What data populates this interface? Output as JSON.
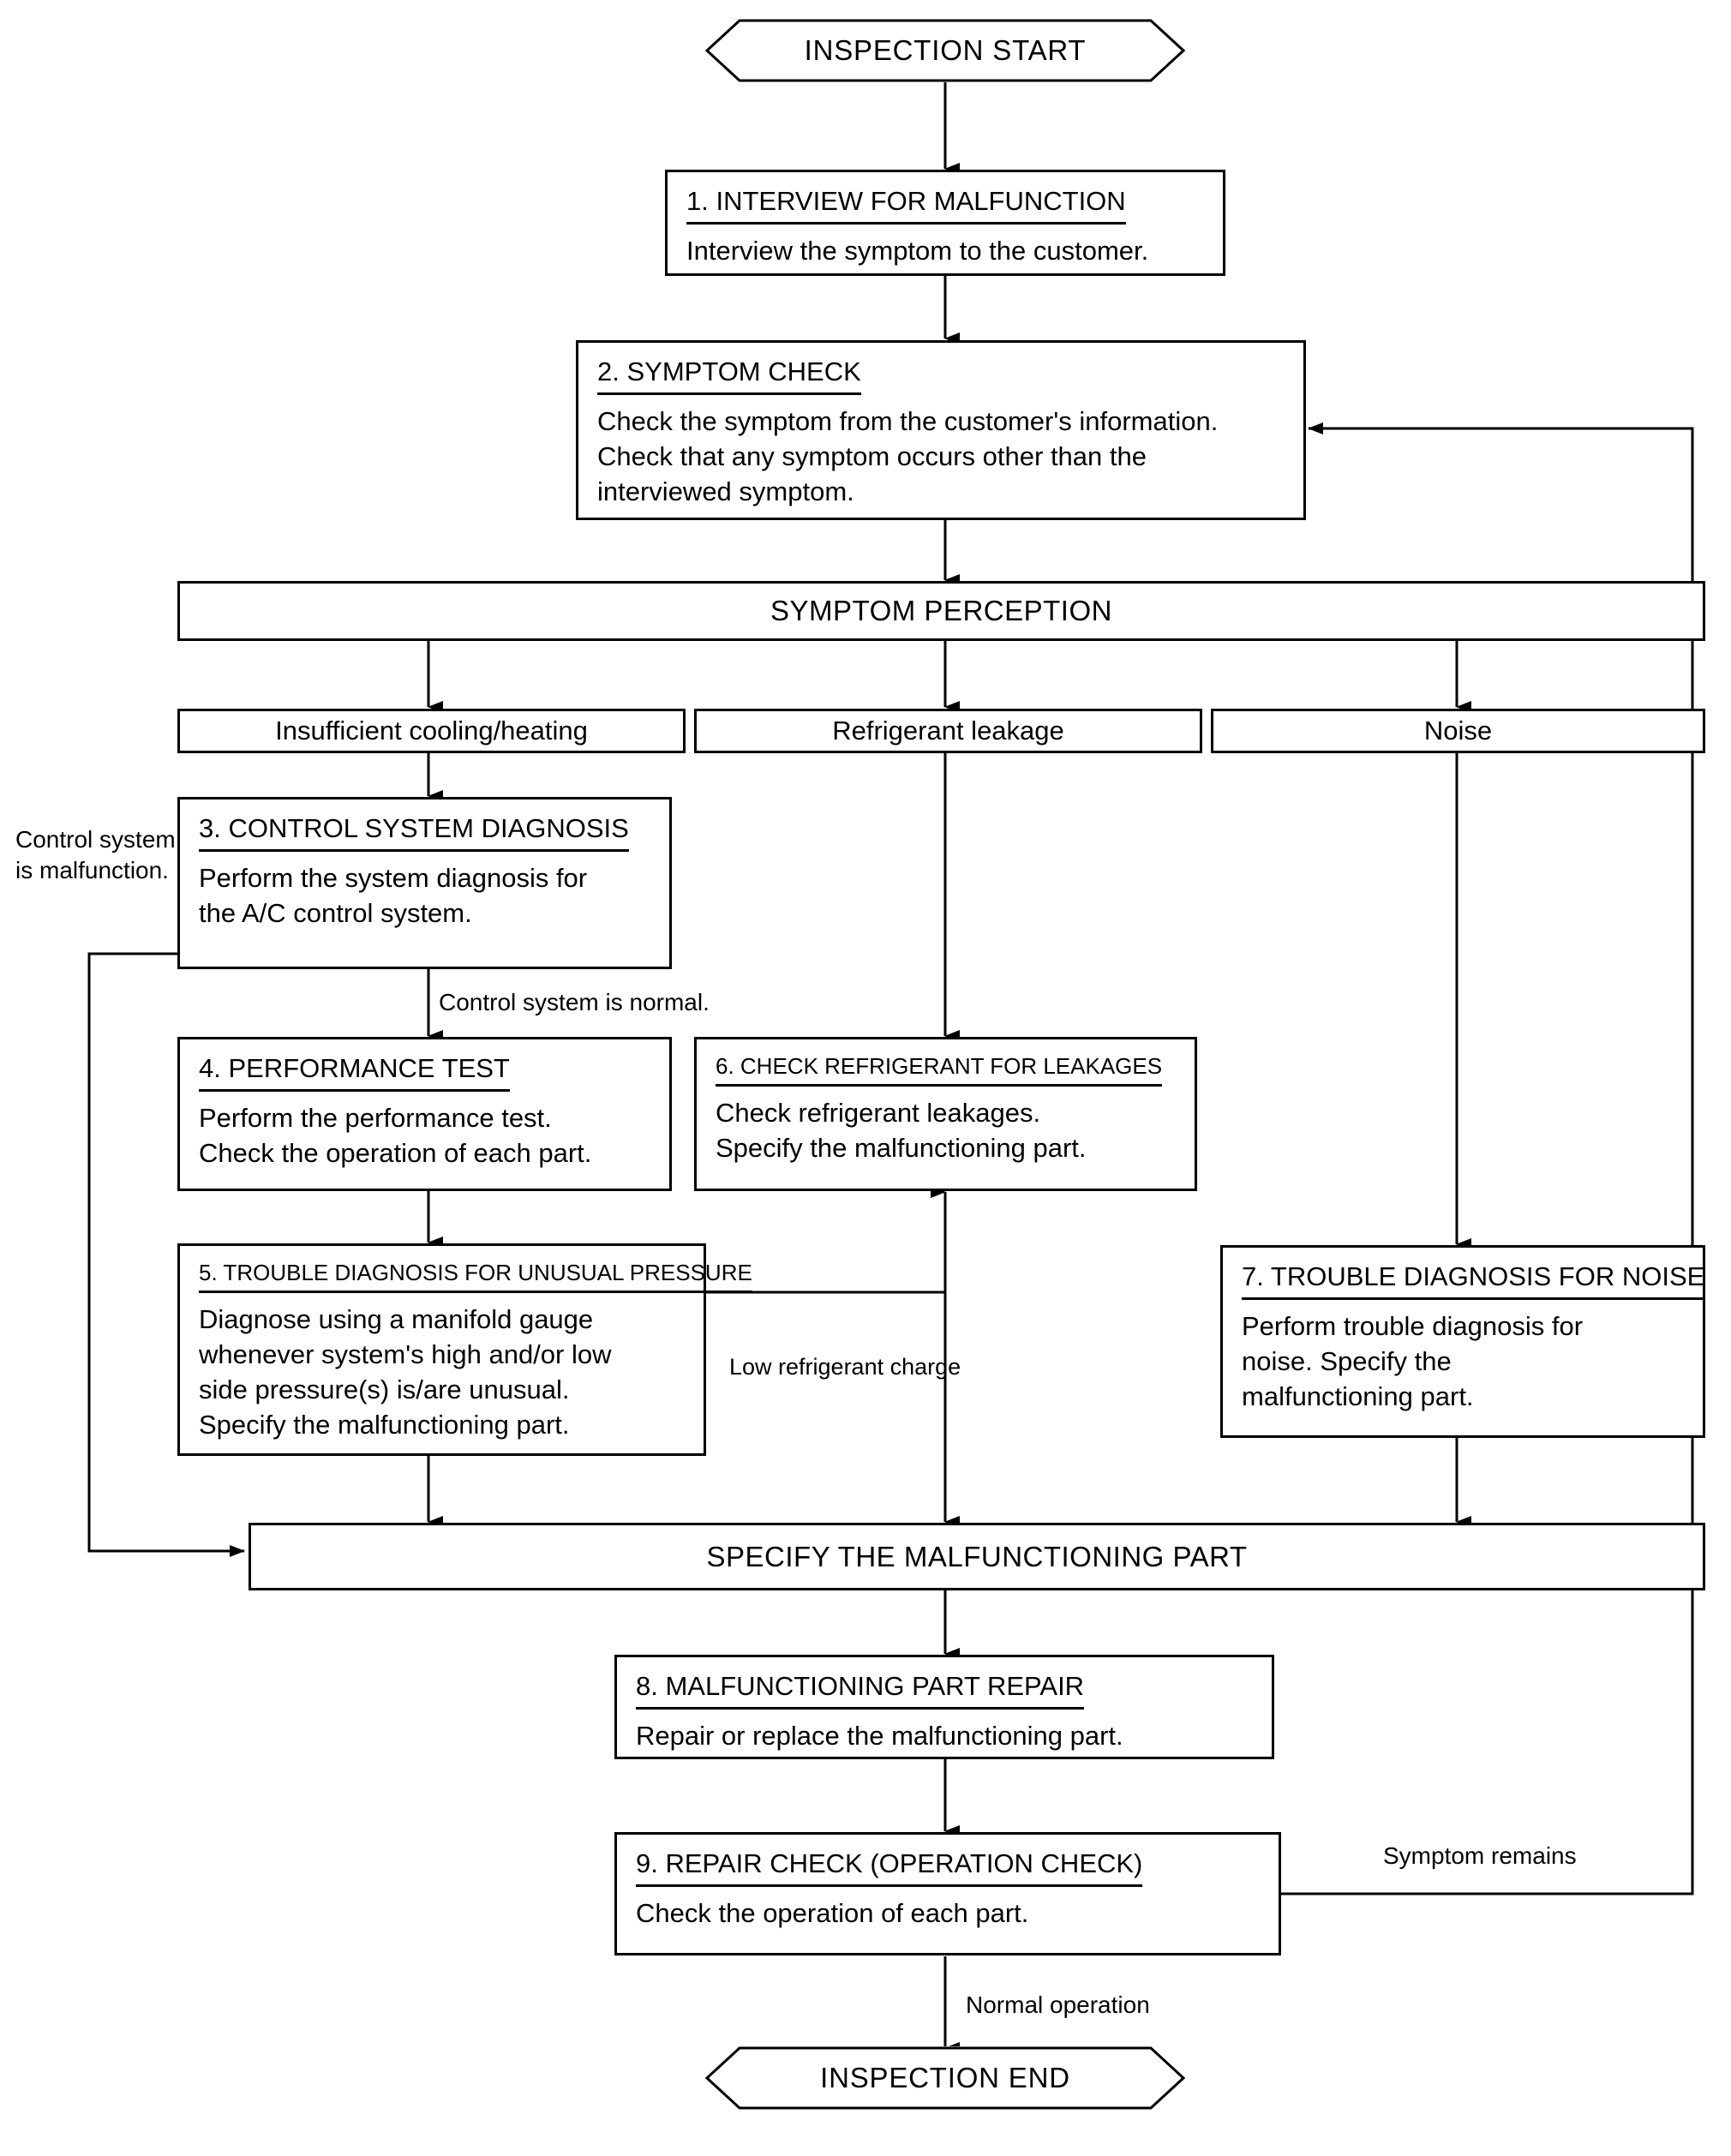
{
  "diagram": {
    "type": "flowchart",
    "title_visible": false,
    "line_color": "#000000",
    "background": "#ffffff"
  },
  "start": {
    "label": "INSPECTION START"
  },
  "end": {
    "label": "INSPECTION END"
  },
  "steps": [
    {
      "id": "step1",
      "title": "1. INTERVIEW FOR MALFUNCTION",
      "body": [
        "Interview the symptom to the customer."
      ]
    },
    {
      "id": "step2",
      "title": "2. SYMPTOM CHECK",
      "body": [
        "Check the symptom from the customer's information.",
        "Check that any symptom occurs other than the",
        "interviewed symptom."
      ]
    },
    {
      "id": "step3",
      "title": "3. CONTROL SYSTEM DIAGNOSIS",
      "body": [
        "Perform the system diagnosis for",
        "the A/C control system."
      ]
    },
    {
      "id": "step4",
      "title": "4. PERFORMANCE TEST",
      "body": [
        "Perform the performance test.",
        "Check the operation of each part."
      ]
    },
    {
      "id": "step5",
      "title": "5. TROUBLE DIAGNOSIS FOR UNUSUAL PRESSURE",
      "body": [
        "Diagnose using a manifold gauge",
        "whenever system's high and/or low",
        "side pressure(s) is/are unusual.",
        "Specify the malfunctioning part."
      ]
    },
    {
      "id": "step6",
      "title": "6. CHECK REFRIGERANT FOR LEAKAGES",
      "body": [
        "Check refrigerant leakages.",
        "Specify the malfunctioning part."
      ]
    },
    {
      "id": "step7",
      "title": "7. TROUBLE DIAGNOSIS FOR NOISE",
      "body": [
        "Perform trouble diagnosis for",
        "noise. Specify the",
        "malfunctioning part."
      ]
    },
    {
      "id": "step8",
      "title": "8. MALFUNCTIONING PART REPAIR",
      "body": [
        "Repair or replace the malfunctioning part."
      ]
    },
    {
      "id": "step9",
      "title": "9. REPAIR CHECK (OPERATION CHECK)",
      "body": [
        "Check the operation of each part."
      ]
    }
  ],
  "bars": {
    "symptom_perception": "SYMPTOM PERCEPTION",
    "specify_part": "SPECIFY THE MALFUNCTIONING PART"
  },
  "categories": [
    {
      "id": "cat-cooling",
      "label": "Insufficient cooling/heating"
    },
    {
      "id": "cat-leakage",
      "label": "Refrigerant leakage"
    },
    {
      "id": "cat-noise",
      "label": "Noise"
    }
  ],
  "edge_labels": {
    "control_malfunction_line1": "Control system",
    "control_malfunction_line2": "is malfunction.",
    "control_normal": "Control system is normal.",
    "low_refrigerant": "Low refrigerant charge",
    "symptom_remains": "Symptom remains",
    "normal_operation": "Normal operation"
  }
}
